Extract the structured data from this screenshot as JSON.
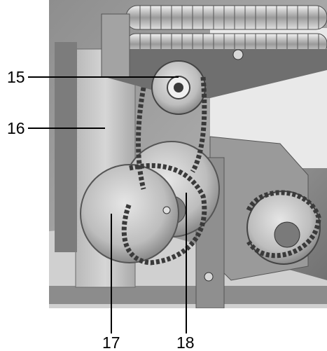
{
  "callouts": [
    {
      "id": "15",
      "label": "15"
    },
    {
      "id": "16",
      "label": "16"
    },
    {
      "id": "17",
      "label": "17"
    },
    {
      "id": "18",
      "label": "18"
    }
  ]
}
